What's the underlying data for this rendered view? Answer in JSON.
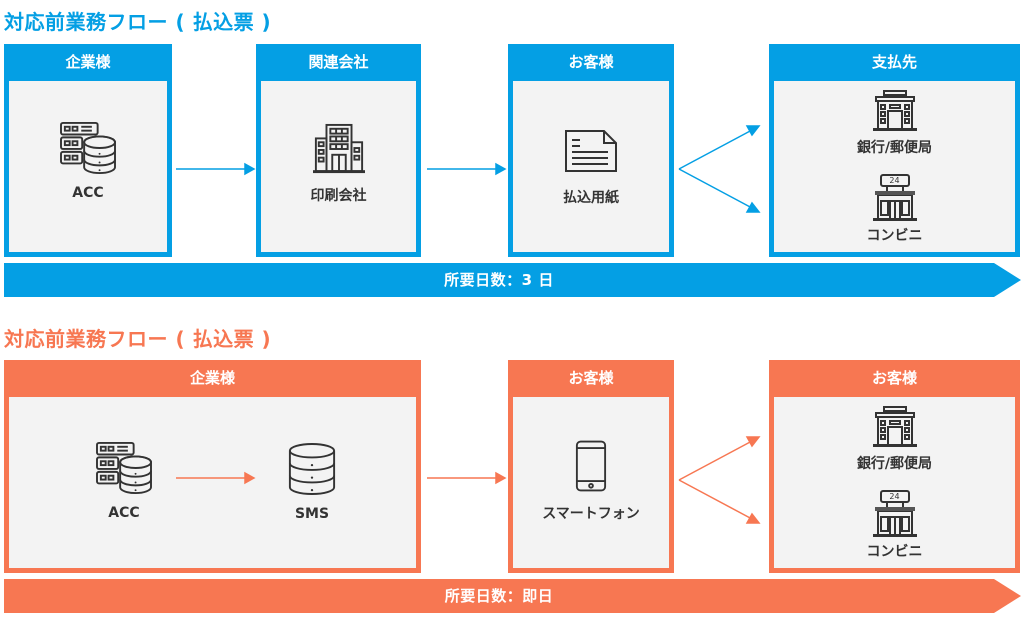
{
  "colors": {
    "blue": "#049fe4",
    "orange": "#f77752",
    "panel": "#f3f3f3",
    "icon_stroke": "#333333"
  },
  "flows": [
    {
      "title": "対応前業務フロー ( 払込票 )",
      "boxes": [
        {
          "header": "企業様",
          "items": [
            {
              "icon": "server-database-icon",
              "label": "ACC"
            }
          ]
        },
        {
          "header": "関連会社",
          "items": [
            {
              "icon": "office-building-icon",
              "label": "印刷会社"
            }
          ]
        },
        {
          "header": "お客様",
          "items": [
            {
              "icon": "document-icon",
              "label": "払込用紙"
            }
          ]
        },
        {
          "header": "支払先",
          "items": [
            {
              "icon": "bank-building-icon",
              "label": "銀行/郵便局"
            },
            {
              "icon": "convenience-store-icon",
              "label": "コンビニ"
            }
          ]
        }
      ],
      "duration": "所要日数：3 日"
    },
    {
      "title": "対応前業務フロー ( 払込票 )",
      "boxes": [
        {
          "header": "企業様",
          "items": [
            {
              "icon": "server-database-icon",
              "label": "ACC"
            },
            {
              "icon": "database-icon",
              "label": "SMS"
            }
          ]
        },
        {
          "header": "お客様",
          "items": [
            {
              "icon": "smartphone-icon",
              "label": "スマートフォン"
            }
          ]
        },
        {
          "header": "お客様",
          "items": [
            {
              "icon": "bank-building-icon",
              "label": "銀行/郵便局"
            },
            {
              "icon": "convenience-store-icon",
              "label": "コンビニ"
            }
          ]
        }
      ],
      "duration": "所要日数：即日"
    }
  ],
  "store_sign": "24"
}
